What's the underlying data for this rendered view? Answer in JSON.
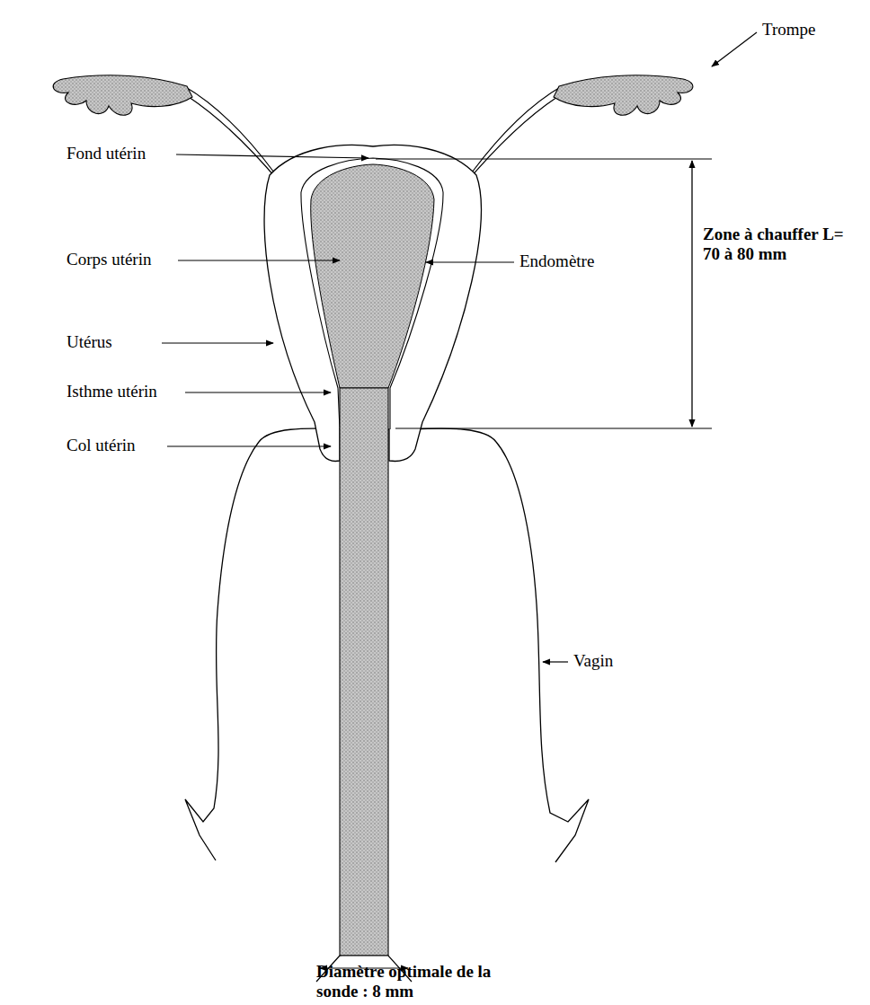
{
  "diagram": {
    "labels": [
      "Trompe",
      "Fond utérin",
      "Corps utérin",
      "Endomètre",
      "Utérus",
      "Isthme utérin",
      "Col utérin",
      "Vagin",
      "Zone à chauffer L= 70 à 80 mm",
      "Diamètre optimale de la sonde : 8 mm"
    ]
  }
}
